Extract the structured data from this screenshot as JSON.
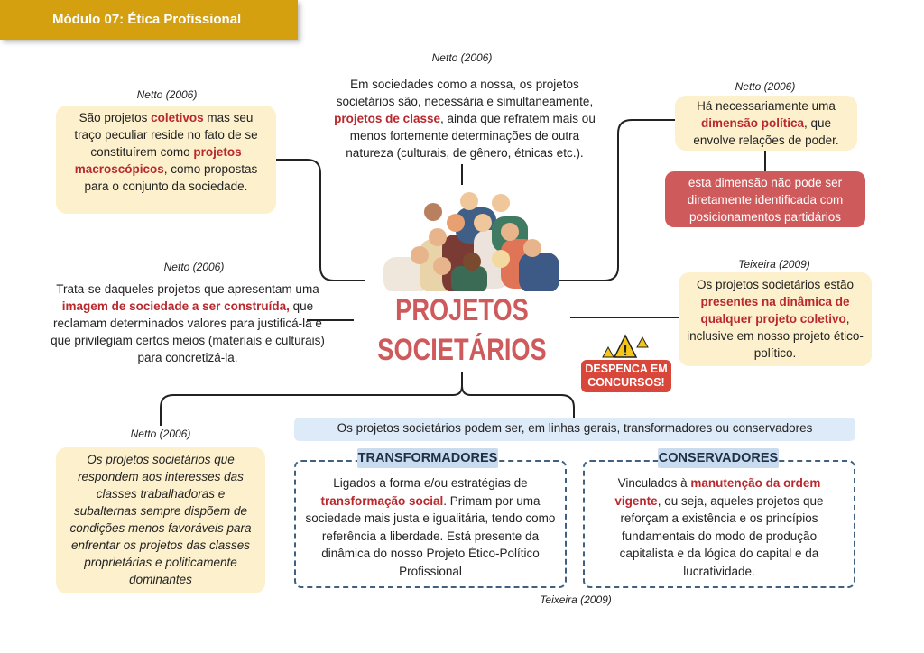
{
  "header": {
    "title": "Módulo 07: Ética Profissional"
  },
  "center": {
    "title_line1": "PROJETOS",
    "title_line2": "SOCIETÁRIOS"
  },
  "warning": {
    "line1": "DESPENCA EM",
    "line2": "CONCURSOS!"
  },
  "top_center": {
    "cite": "Netto (2006)",
    "t1": "Em sociedades como a nossa, os projetos societários são, necessária e simultaneamente, ",
    "b1": "projetos de classe",
    "t2": ", ainda que refratem mais ou menos fortemente determinações de outra natureza (culturais, de gênero, étnicas etc.)."
  },
  "top_left": {
    "cite": "Netto (2006)",
    "t1": "São projetos ",
    "b1": "coletivos",
    "t2": " mas seu traço peculiar reside no fato de se constituírem como ",
    "b2": "projetos macroscópicos",
    "t3": ", como propostas para o conjunto da sociedade."
  },
  "mid_left": {
    "cite": "Netto (2006)",
    "t1": "Trata-se daqueles projetos que apresentam uma ",
    "b1": "imagem de sociedade a ser construída,",
    "t2": " que reclamam determinados valores para justificá-la e que privilegiam certos meios (materiais e culturais) para concretizá-la."
  },
  "top_right": {
    "cite": "Netto (2006)",
    "t1": "Há necessariamente uma ",
    "b1": "dimensão política",
    "t2": ", que envolve relações de poder."
  },
  "red_box": {
    "text": "esta dimensão não pode ser diretamente identificada com posicionamentos partidários"
  },
  "mid_right": {
    "cite": "Teixeira (2009)",
    "t1": "Os projetos societários estão ",
    "b1": "presentes na dinâmica de qualquer projeto coletivo",
    "t2": ", inclusive em nosso projeto ético-político."
  },
  "bottom_left": {
    "cite": "Netto (2006)",
    "text": "Os projetos societários que respondem aos interesses das classes trabalhadoras e subalternas sempre dispõem de condições menos favoráveis para enfrentar os projetos das classes proprietárias e politicamente dominantes"
  },
  "bottom_banner": {
    "text": "Os projetos societários podem ser, em linhas gerais, transformadores ou conservadores"
  },
  "transformadores": {
    "label": "TRANSFORMADORES",
    "t1": "Ligados a forma e/ou estratégias de ",
    "b1": "transformação social",
    "t2": ". Primam por uma sociedade mais justa e igualitária, tendo como referência a liberdade. Está presente da dinâmica do nosso Projeto Ético-Político Profissional"
  },
  "conservadores": {
    "label": "CONSERVADORES",
    "t1": "Vinculados à ",
    "b1": "manutenção da ordem vigente",
    "t2": ", ou seja, aqueles projetos que reforçam a existência e os princípios fundamentais do modo de produção capitalista e da lógica do capital e da lucratividade."
  },
  "bottom_cite": "Teixeira (2009)"
}
